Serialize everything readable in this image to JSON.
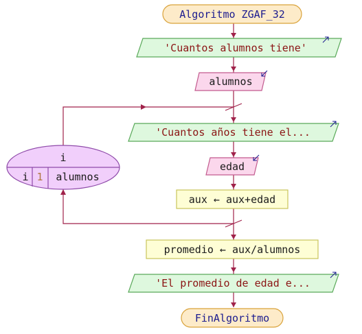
{
  "diagram": {
    "start": "Algoritmo ZGAF_32",
    "end": "FinAlgoritmo",
    "steps": [
      {
        "kind": "output",
        "text": "'Cuantos alumnos tiene'"
      },
      {
        "kind": "input",
        "text": "alumnos"
      }
    ],
    "loop": {
      "variable": "i",
      "var_label": "i",
      "start_value": "1",
      "end_value": "alumnos",
      "body": [
        {
          "kind": "output",
          "text": "'Cuantos años tiene el..."
        },
        {
          "kind": "input",
          "text": "edad"
        },
        {
          "kind": "process",
          "text": "aux ← aux+edad"
        }
      ]
    },
    "after": [
      {
        "kind": "process",
        "text": "promedio ← aux/alumnos"
      },
      {
        "kind": "output",
        "text": "'El promedio de edad e..."
      }
    ]
  },
  "colors": {
    "flow_line": "#a0224a",
    "keyword": "#1b1b8f",
    "string": "#8b1414",
    "number": "#b07840",
    "plain": "#1a1a1a"
  }
}
